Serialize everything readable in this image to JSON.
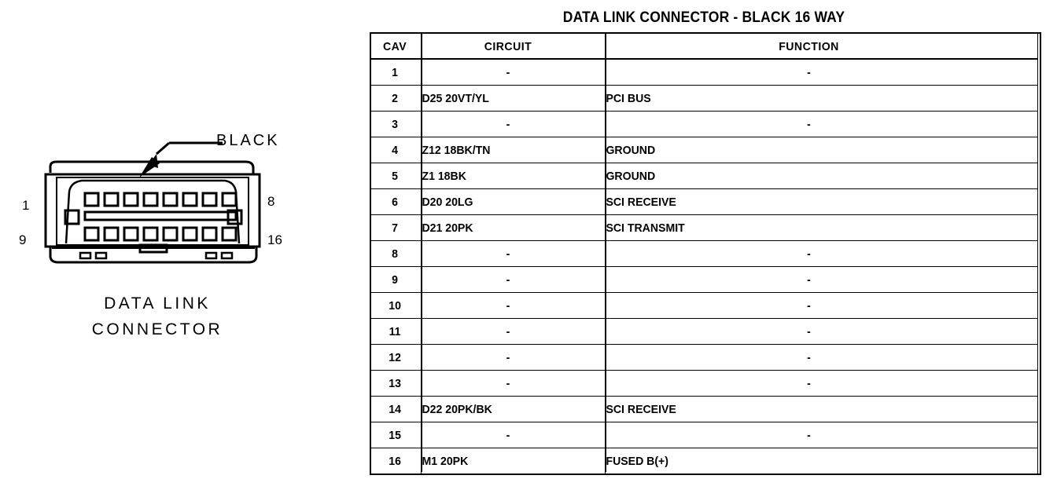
{
  "diagram": {
    "callout_label": "BLACK",
    "caption_line1": "DATA LINK",
    "caption_line2": "CONNECTOR",
    "pin_labels": {
      "top_left": "1",
      "bottom_left": "9",
      "top_right": "8",
      "bottom_right": "16"
    },
    "cavity_count_per_row": 8,
    "rows": 2
  },
  "table": {
    "title": "DATA LINK CONNECTOR - BLACK 16 WAY",
    "headers": [
      "CAV",
      "CIRCUIT",
      "FUNCTION"
    ],
    "rows": [
      {
        "cav": "1",
        "circuit": "-",
        "function": "-"
      },
      {
        "cav": "2",
        "circuit": "D25 20VT/YL",
        "function": "PCI BUS"
      },
      {
        "cav": "3",
        "circuit": "-",
        "function": "-"
      },
      {
        "cav": "4",
        "circuit": "Z12 18BK/TN",
        "function": "GROUND"
      },
      {
        "cav": "5",
        "circuit": "Z1 18BK",
        "function": "GROUND"
      },
      {
        "cav": "6",
        "circuit": "D20 20LG",
        "function": "SCI RECEIVE"
      },
      {
        "cav": "7",
        "circuit": "D21 20PK",
        "function": "SCI TRANSMIT"
      },
      {
        "cav": "8",
        "circuit": "-",
        "function": "-"
      },
      {
        "cav": "9",
        "circuit": "-",
        "function": "-"
      },
      {
        "cav": "10",
        "circuit": "-",
        "function": "-"
      },
      {
        "cav": "11",
        "circuit": "-",
        "function": "-"
      },
      {
        "cav": "12",
        "circuit": "-",
        "function": "-"
      },
      {
        "cav": "13",
        "circuit": "-",
        "function": "-"
      },
      {
        "cav": "14",
        "circuit": "D22 20PK/BK",
        "function": "SCI RECEIVE"
      },
      {
        "cav": "15",
        "circuit": "-",
        "function": "-"
      },
      {
        "cav": "16",
        "circuit": "M1 20PK",
        "function": "FUSED B(+)"
      }
    ]
  },
  "colors": {
    "ink": "#000000",
    "paper": "#ffffff"
  }
}
